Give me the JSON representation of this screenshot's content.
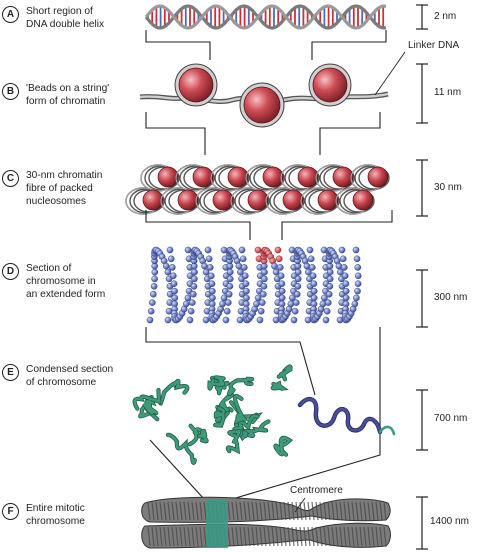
{
  "steps": [
    {
      "letter": "A",
      "line1": "Short region of",
      "line2": "DNA double helix",
      "line3": "",
      "scale": "2 nm"
    },
    {
      "letter": "B",
      "line1": "'Beads on a string'",
      "line2": "form of chromatin",
      "line3": "",
      "scale": "11 nm"
    },
    {
      "letter": "C",
      "line1": "30-nm chromatin",
      "line2": "fibre of packed",
      "line3": "nucleosomes",
      "scale": "30 nm"
    },
    {
      "letter": "D",
      "line1": "Section of",
      "line2": "chromosome in",
      "line3": "an extended form",
      "scale": "300 nm"
    },
    {
      "letter": "E",
      "line1": "Condensed section",
      "line2": "of chromosome",
      "line3": "",
      "scale": "700 nm"
    },
    {
      "letter": "F",
      "line1": "Entire mitotic",
      "line2": "chromosome",
      "line3": "",
      "scale": "1400 nm"
    }
  ],
  "callouts": {
    "linker_dna": "Linker DNA",
    "centromere": "Centromere"
  },
  "colors": {
    "dna_red": "#c8323a",
    "dna_blue": "#4e6cb0",
    "bead": "#c84a52",
    "bead_blue": "#7d8fcf",
    "fibre_green": "#3f9a7a",
    "fibre_purple": "#4d4e9a",
    "chromosome_gray": "#6b6b6b",
    "chromosome_teal": "#3a9a86"
  }
}
